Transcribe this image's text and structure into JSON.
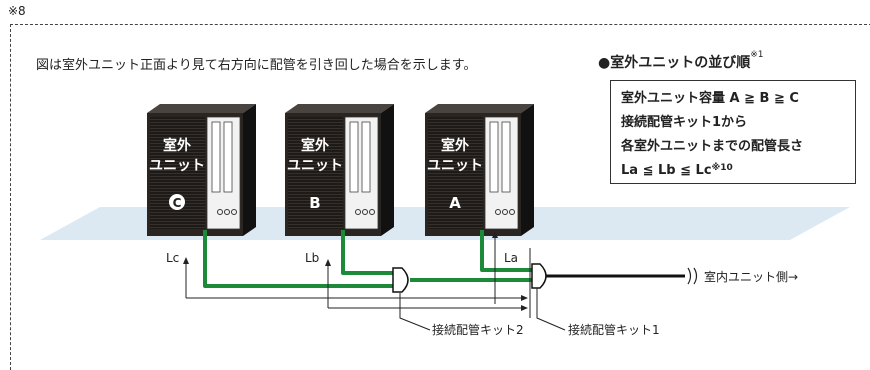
{
  "note_mark": "※8",
  "caption": "図は室外ユニット正面より見て右方向に配管を引き回した場合を示します。",
  "order": {
    "title": "●室外ユニットの並び順",
    "title_note": "※1",
    "line1": "室外ユニット容量 A ≧ B ≧ C",
    "line2": "接続配管キット1から",
    "line3": "各室外ユニットまでの配管長さ",
    "line4": "La ≦ Lb ≦ Lc",
    "line4_note": "※10"
  },
  "units": [
    {
      "line1": "室外",
      "line2": "ユニット",
      "letter": "C"
    },
    {
      "line1": "室外",
      "line2": "ユニット",
      "letter": "B"
    },
    {
      "line1": "室外",
      "line2": "ユニット",
      "letter": "A"
    }
  ],
  "lengths": {
    "lc": "Lc",
    "lb": "Lb",
    "la": "La"
  },
  "kit2": "接続配管キット2",
  "kit1": "接続配管キット1",
  "indoor": "室内ユニット側→",
  "colors": {
    "pipe": "#1d8a3a",
    "unit": "#1e1a17",
    "floor": "#dde9f2"
  }
}
